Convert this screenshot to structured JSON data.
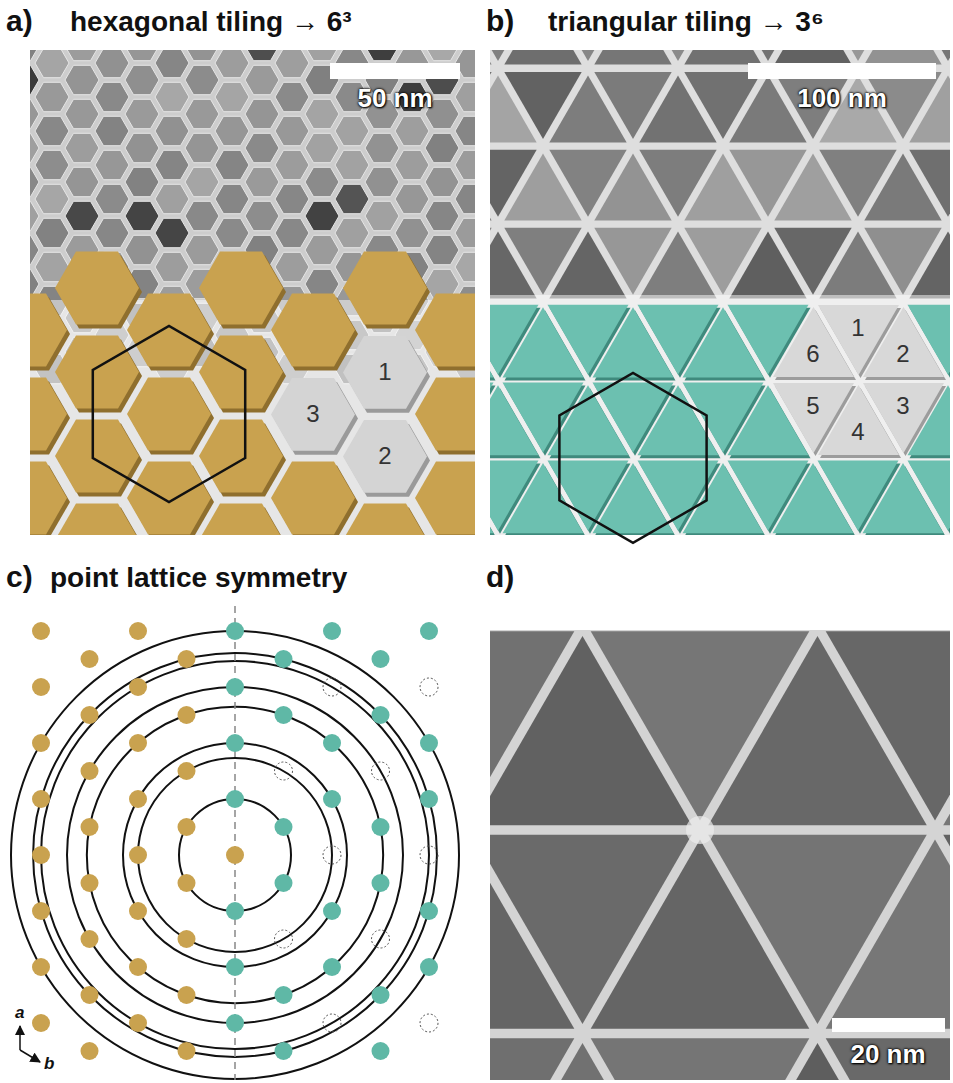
{
  "diagram": {
    "nodes": [
      {
        "text": [
          "1"
        ]
      },
      {
        "text": [
          "2"
        ]
      },
      {
        "text": [
          "3"
        ]
      },
      {
        "text": [
          "1"
        ]
      },
      {
        "text": [
          "2"
        ]
      },
      {
        "text": [
          "3"
        ]
      },
      {
        "text": [
          "4"
        ]
      },
      {
        "text": [
          "5"
        ]
      },
      {
        "text": [
          "6"
        ]
      }
    ],
    "labels": [
      "a)",
      "hexagonal tiling → 6³",
      "50 nm",
      "b)",
      "triangular tiling → 3⁶",
      "100 nm",
      "c)",
      "point lattice symmetry",
      "d)",
      "20 nm",
      "a",
      "b"
    ]
  }
}
